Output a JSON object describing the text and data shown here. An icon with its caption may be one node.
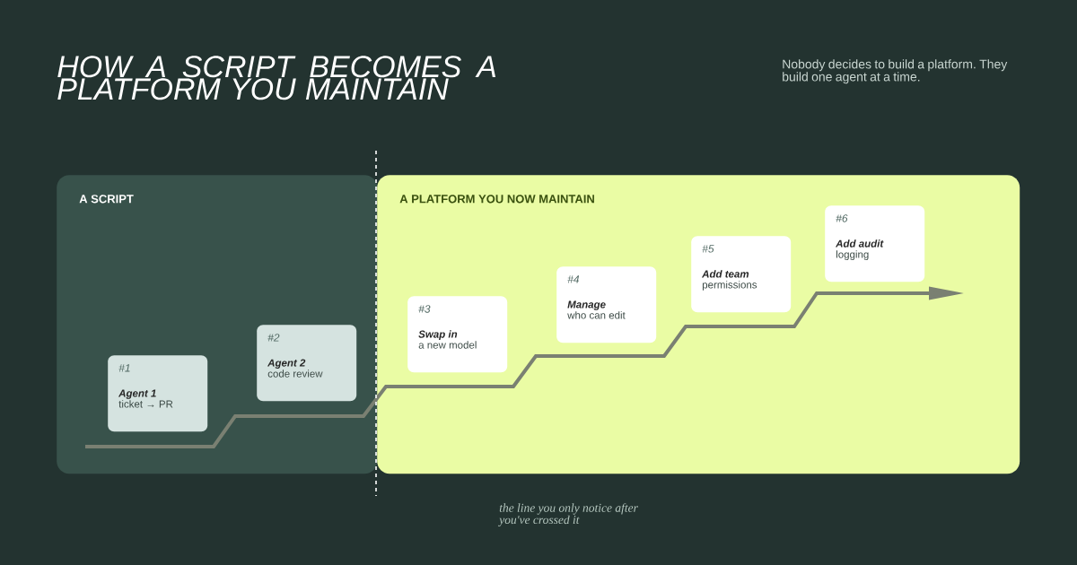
{
  "diagram": {
    "title": "HOW A SCRIPT BECOMES A PLATFORM YOU MAINTAIN",
    "nodes": [
      {
        "text": [
          "A SCRIPT"
        ]
      },
      {
        "text": [
          "A PLATFORM YOU NOW MAINTAIN"
        ]
      },
      {
        "text": [
          "#1",
          "Agent 1",
          "ticket → PR"
        ],
        "in": 0
      },
      {
        "text": [
          "#2",
          "Agent 2",
          "code review"
        ],
        "in": 0
      },
      {
        "text": [
          "#3",
          "Swap in",
          "a new model"
        ],
        "in": 1
      },
      {
        "text": [
          "#4",
          "Manage",
          "who can edit"
        ],
        "in": 1
      },
      {
        "text": [
          "#5",
          "Add team",
          "permissions"
        ],
        "in": 1
      },
      {
        "text": [
          "#6",
          "Add audit",
          "logging"
        ],
        "in": 1
      }
    ],
    "labels": [
      "Nobody decides to build a platform. They build one agent at a time.",
      "the line you only notice after you've crossed it"
    ]
  }
}
